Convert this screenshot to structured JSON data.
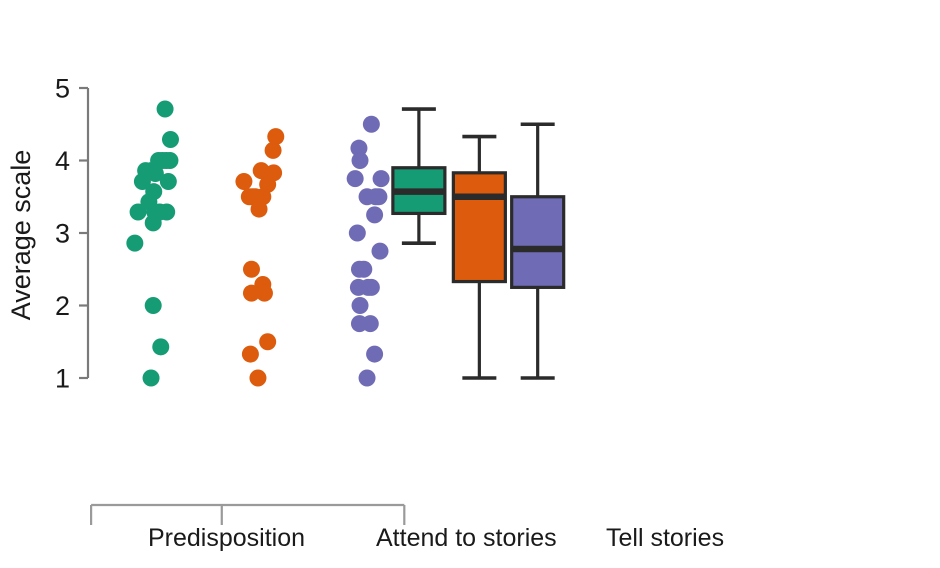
{
  "chart_data": {
    "type": "scatter",
    "title": "",
    "subtitle": "",
    "xlabel": "",
    "ylabel": "Average scale",
    "ylim": [
      1,
      5
    ],
    "yticks": [
      1,
      2,
      3,
      4,
      5
    ],
    "ytick_labels": [
      "1",
      "2",
      "3",
      "4",
      "5"
    ],
    "xticks": [],
    "grid": false,
    "legend": null,
    "legend_position": "none",
    "annotations": [],
    "group_labels": [
      "Predisposition",
      "Attend to stories",
      "Tell stories"
    ],
    "colors": {
      "predisposition": "#169c74",
      "attend_to_stories": "#dd5b0c",
      "tell_stories": "#6f6cb5",
      "outline": "#2b2b2b",
      "axis": "#7a7a7a",
      "bracket": "#9a9a9a",
      "text": "#1a1a1a",
      "background": "#ffffff"
    },
    "series": [
      {
        "name": "Predisposition",
        "color": "#169c74",
        "kind": "strip",
        "x_center": 0.5,
        "points": [
          {
            "jitter": 0.52,
            "value": 4.71
          },
          {
            "jitter": 0.62,
            "value": 4.29
          },
          {
            "jitter": 0.4,
            "value": 4.0
          },
          {
            "jitter": 0.47,
            "value": 4.0
          },
          {
            "jitter": 0.54,
            "value": 4.0
          },
          {
            "jitter": 0.61,
            "value": 4.0
          },
          {
            "jitter": 0.16,
            "value": 3.86
          },
          {
            "jitter": 0.26,
            "value": 3.86
          },
          {
            "jitter": 0.34,
            "value": 3.82
          },
          {
            "jitter": 0.1,
            "value": 3.71
          },
          {
            "jitter": 0.58,
            "value": 3.71
          },
          {
            "jitter": 0.31,
            "value": 3.57
          },
          {
            "jitter": 0.22,
            "value": 3.43
          },
          {
            "jitter": 0.02,
            "value": 3.29
          },
          {
            "jitter": 0.33,
            "value": 3.29
          },
          {
            "jitter": 0.42,
            "value": 3.29
          },
          {
            "jitter": 0.55,
            "value": 3.29
          },
          {
            "jitter": 0.3,
            "value": 3.14
          },
          {
            "jitter": -0.04,
            "value": 2.86
          },
          {
            "jitter": 0.3,
            "value": 2.0
          },
          {
            "jitter": 0.44,
            "value": 1.43
          },
          {
            "jitter": 0.26,
            "value": 1.0
          }
        ]
      },
      {
        "name": "Attend to stories",
        "color": "#dd5b0c",
        "kind": "strip",
        "x_center": 2.5,
        "points": [
          {
            "jitter": 0.57,
            "value": 4.33
          },
          {
            "jitter": 0.52,
            "value": 4.14
          },
          {
            "jitter": 0.3,
            "value": 3.86
          },
          {
            "jitter": 0.53,
            "value": 3.83
          },
          {
            "jitter": -0.02,
            "value": 3.71
          },
          {
            "jitter": 0.42,
            "value": 3.67
          },
          {
            "jitter": 0.33,
            "value": 3.5
          },
          {
            "jitter": 0.08,
            "value": 3.5
          },
          {
            "jitter": 0.14,
            "value": 3.5
          },
          {
            "jitter": 0.19,
            "value": 3.5
          },
          {
            "jitter": 0.26,
            "value": 3.33
          },
          {
            "jitter": 0.12,
            "value": 2.5
          },
          {
            "jitter": 0.33,
            "value": 2.29
          },
          {
            "jitter": 0.12,
            "value": 2.17
          },
          {
            "jitter": 0.36,
            "value": 2.17
          },
          {
            "jitter": 0.42,
            "value": 1.5
          },
          {
            "jitter": 0.1,
            "value": 1.33
          },
          {
            "jitter": 0.24,
            "value": 1.0
          }
        ]
      },
      {
        "name": "Tell stories",
        "color": "#6f6cb5",
        "kind": "strip",
        "x_center": 4.5,
        "points": [
          {
            "jitter": 0.34,
            "value": 4.5
          },
          {
            "jitter": 0.11,
            "value": 4.17
          },
          {
            "jitter": 0.13,
            "value": 4.0
          },
          {
            "jitter": 0.04,
            "value": 3.75
          },
          {
            "jitter": 0.52,
            "value": 3.75
          },
          {
            "jitter": 0.26,
            "value": 3.5
          },
          {
            "jitter": 0.42,
            "value": 3.5
          },
          {
            "jitter": 0.48,
            "value": 3.5
          },
          {
            "jitter": 0.4,
            "value": 3.25
          },
          {
            "jitter": 0.08,
            "value": 3.0
          },
          {
            "jitter": 0.5,
            "value": 2.75
          },
          {
            "jitter": 0.12,
            "value": 2.5
          },
          {
            "jitter": 0.2,
            "value": 2.5
          },
          {
            "jitter": 0.1,
            "value": 2.25
          },
          {
            "jitter": 0.28,
            "value": 2.25
          },
          {
            "jitter": 0.34,
            "value": 2.25
          },
          {
            "jitter": 0.13,
            "value": 2.0
          },
          {
            "jitter": 0.12,
            "value": 1.75
          },
          {
            "jitter": 0.32,
            "value": 1.75
          },
          {
            "jitter": 0.4,
            "value": 1.33
          },
          {
            "jitter": 0.26,
            "value": 1.0
          }
        ]
      }
    ],
    "boxplots": [
      {
        "name": "Predisposition",
        "color": "#169c74",
        "x_center": 5.72,
        "whisker_low": 2.86,
        "q1": 3.27,
        "median": 3.57,
        "q3": 3.9,
        "whisker_high": 4.71
      },
      {
        "name": "Attend to stories",
        "color": "#dd5b0c",
        "x_center": 6.84,
        "whisker_low": 1.0,
        "q1": 2.33,
        "median": 3.5,
        "q3": 3.83,
        "whisker_high": 4.33
      },
      {
        "name": "Tell stories",
        "color": "#6f6cb5",
        "x_center": 7.92,
        "whisker_low": 1.0,
        "q1": 2.25,
        "median": 2.78,
        "q3": 3.5,
        "whisker_high": 4.5
      }
    ]
  }
}
